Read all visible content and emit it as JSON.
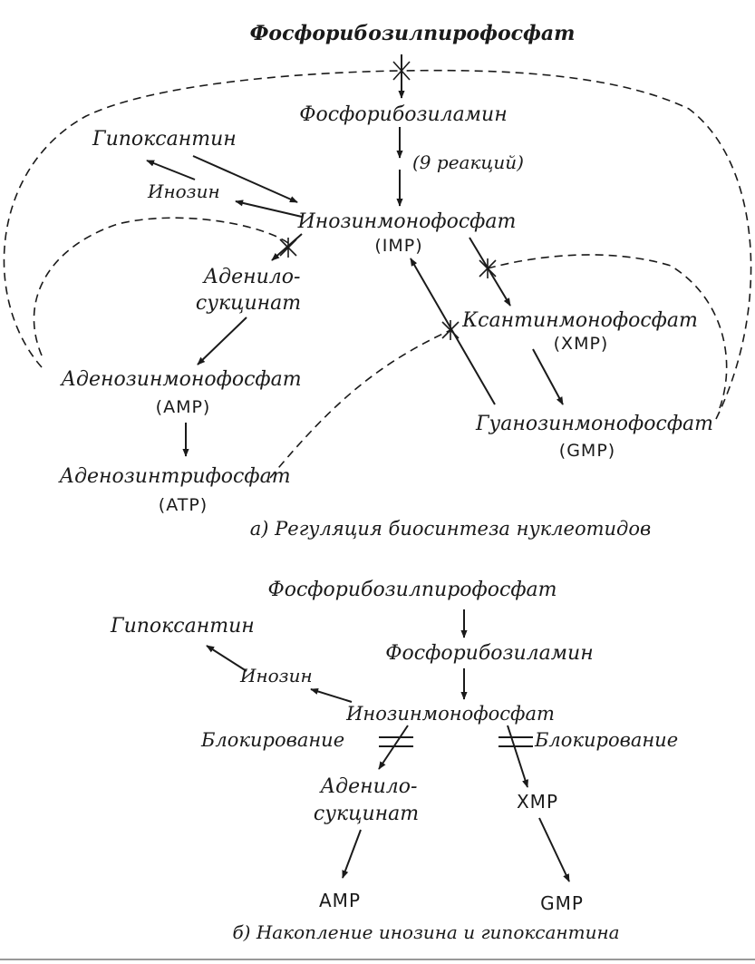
{
  "diagram_a": {
    "prpp": "Фосфорибозилпирофосфат",
    "pra": "Фосфорибозиламин",
    "reactions": "(9 реакций)",
    "hypoxanthine": "Гипоксантин",
    "inosine": "Инозин",
    "imp_name": "Инозинмонофосфат",
    "imp_abbr": "(IMP)",
    "adenylo_line1": "Аденило-",
    "adenylo_line2": "сукцинат",
    "xmp_name": "Ксантинмонофосфат",
    "xmp_abbr": "(XMP)",
    "amp_name": "Аденозинмонофосфат",
    "amp_abbr": "(AMP)",
    "gmp_name": "Гуанозинмонофосфат",
    "gmp_abbr": "(GMP)",
    "atp_name": "Аденозинтрифосфат",
    "atp_abbr": "(ATP)",
    "caption": "а) Регуляция биосинтеза нуклеотидов"
  },
  "diagram_b": {
    "prpp": "Фосфорибозилпирофосфат",
    "pra": "Фосфорибозиламин",
    "hypoxanthine": "Гипоксантин",
    "inosine": "Инозин",
    "imp": "Инозинмонофосфат",
    "block_left": "Блокирование",
    "block_right": "Блокирование",
    "adenylo_line1": "Аденило-",
    "adenylo_line2": "сукцинат",
    "xmp": "XMP",
    "amp": "AMP",
    "gmp": "GMP",
    "caption": "б) Накопление инозина и гипоксантина"
  }
}
